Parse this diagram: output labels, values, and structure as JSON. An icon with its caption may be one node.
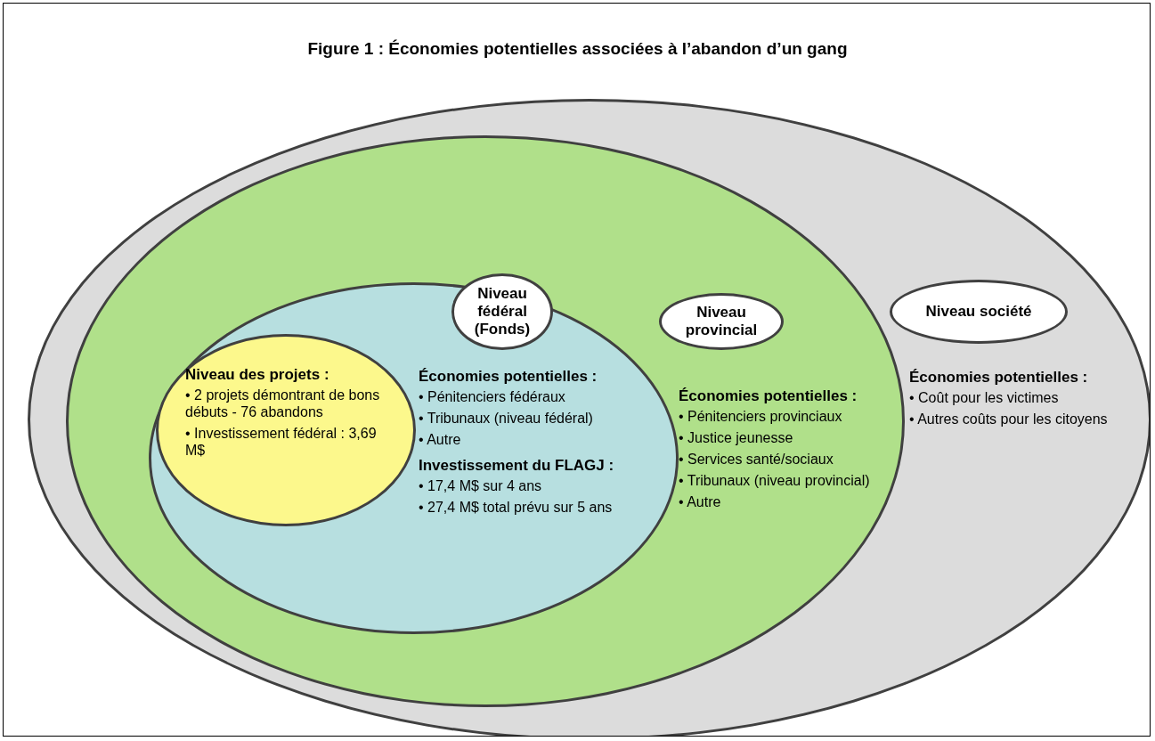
{
  "diagram": {
    "title": "Figure 1 : Économies potentielles associées à l’abandon d’un gang",
    "nodes": [
      {
        "text": [
          "Économies potentielles :",
          "• Coût pour les victimes",
          "• Autres coûts pour les citoyens"
        ]
      },
      {
        "text": [
          "Niveau société"
        ],
        "in": 0
      },
      {
        "text": [
          "Économies potentielles :",
          "• Pénitenciers provinciaux",
          "• Justice jeunesse",
          "• Services santé/sociaux",
          "• Tribunaux (niveau provincial)",
          "• Autre"
        ],
        "in": 0
      },
      {
        "text": [
          "Niveau provincial"
        ],
        "in": 2
      },
      {
        "text": [
          "Économies potentielles :",
          "• Pénitenciers fédéraux",
          "• Tribunaux (niveau fédéral)",
          "• Autre",
          "Investissement du FLAGJ :",
          "• 17,4 M$ sur 4 ans",
          "• 27,4 M$ total prévu sur 5 ans"
        ],
        "in": 2
      },
      {
        "text": [
          "Niveau fédéral (Fonds)"
        ],
        "in": 2
      },
      {
        "text": [
          "Niveau des projets :",
          "• 2 projets démontrant de bons débuts - 76 abandons",
          "• Investissement fédéral : 3,69 M$"
        ],
        "in": 4
      }
    ]
  }
}
